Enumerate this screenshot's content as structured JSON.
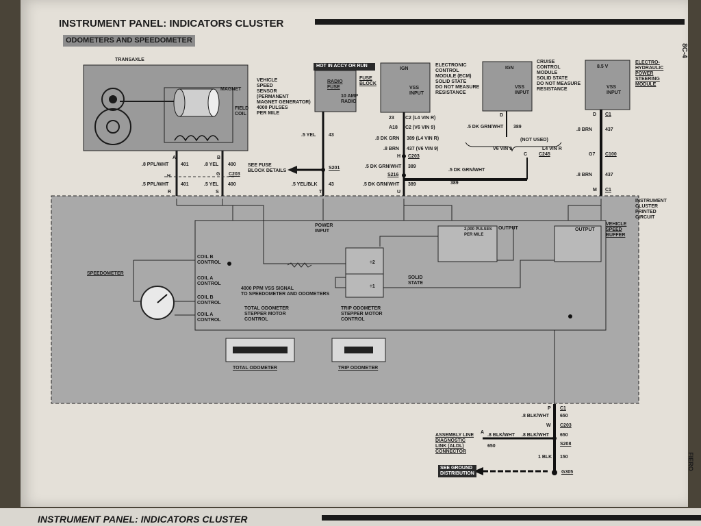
{
  "header": {
    "title": "INSTRUMENT PANEL: INDICATORS CLUSTER",
    "subtitle": "ODOMETERS AND SPEEDOMETER",
    "side_label": "8C-4"
  },
  "footer": {
    "title": "INSTRUMENT PANEL: INDICATORS CLUSTER"
  },
  "side_tab": "FIERO",
  "transaxle": {
    "label": "TRANSAXLE",
    "magnet": "MAGNET",
    "field_coil": "FIELD\nCOIL"
  },
  "vss": {
    "text": "VEHICLE\nSPEED\nSENSOR\n(PERMANENT\nMAGNET GENERATOR)\n4000 PULSES\nPER MILE"
  },
  "fuse": {
    "hot": "HOT IN ACCY OR RUN",
    "name": "RADIO\nFUSE",
    "rating": "10 AMP\nRADIO",
    "block": "FUSE\nBLOCK"
  },
  "ecm": {
    "ign": "IGN",
    "vss_input": "VSS\nINPUT",
    "text": "ELECTRONIC\nCONTROL\nMODULE (ECM)\nSOLID STATE\nDO NOT MEASURE\nRESISTANCE"
  },
  "cruise": {
    "ign": "IGN",
    "vss_input": "VSS\nINPUT",
    "text": "CRUISE\nCONTROL\nMODULE\nSOLID STATE\nDO NOT MEASURE\nRESISTANCE"
  },
  "power_steering": {
    "volts": "8.5 V",
    "vss_input": "VSS\nINPUT",
    "text": "ELECTRO-\nHYDRAULIC\nPOWER\nSTEERING\nMODULE"
  },
  "wires": {
    "ppl_wht_top": ".8 PPL/WHT",
    "c401_top": "401",
    "a": "A",
    "b": "B",
    "yel_top": ".8 YEL",
    "c400_top": "400",
    "h": "H",
    "g": "G",
    "c203": "C203",
    "ppl_wht_bot": ".5 PPL/WHT",
    "c401_bot": "401",
    "yel_bot": ".5 YEL",
    "c400_bot": "400",
    "r": "R",
    "s": "S",
    "see_fuse": "SEE FUSE\nBLOCK DETAILS",
    "yel_43": ".5 YEL",
    "c43_top": "43",
    "s201": "S201",
    "yel_blk": ".5 YEL/BLK",
    "c43_bot": "43",
    "t": "T",
    "n23": "23",
    "c2_l4": "C2 (L4 VIN R)",
    "a18": "A18",
    "c2_v6": "C2 (V6 VIN 9)",
    "dk_grn": ".8 DK GRN",
    "c389_l4": "389 (L4 VIN R)",
    "brn_437": ".8 BRN",
    "c437_v6": "437 (V6 VIN 9)",
    "h2": "H",
    "c203b": "C203",
    "dkgrnwht_1": ".5 DK GRN/WHT",
    "c389_1": "389",
    "s216": "S216",
    "dkgrnwht_2": ".5 DK GRN/WHT",
    "c389_2": "389",
    "u": "U",
    "dkgrnwht_3": ".5 DK GRN/WHT",
    "c389_3": "389",
    "d": "D",
    "dkgrnwht_4": ".5 DK GRN/WHT",
    "c389_4": "389",
    "not_used": "(NOT USED)",
    "v6vin": "V6 VIN 9",
    "l4vin": "L4 VIN R",
    "c": "C",
    "c245": "C245",
    "d2": "D",
    "c1": "C1",
    "brn_437_2": ".8 BRN",
    "c437_2": "437",
    "g7": "G7",
    "c100": "C100",
    "brn_437_3": ".8 BRN",
    "c437_3": "437",
    "m": "M",
    "c1b": "C1"
  },
  "cluster": {
    "label": "INSTRUMENT\nCLUSTER\nPRINTED\nCIRCUIT",
    "power_input": "POWER\nINPUT",
    "pulses": "2,000 PULSES\nPER MILE",
    "output1": "OUTPUT",
    "output2": "OUTPUT",
    "vsb": "VEHICLE\nSPEED\nBUFFER",
    "speedometer": "SPEEDOMETER",
    "coil_b1": "COIL B\nCONTROL",
    "coil_a1": "COIL A\nCONTROL",
    "coil_b2": "COIL B\nCONTROL",
    "coil_a2": "COIL A\nCONTROL",
    "signal": "4000 PPM VSS SIGNAL\nTO SPEEDOMETER AND ODOMETERS",
    "div2": "÷2",
    "div1": "÷1",
    "solid_state": "SOLID\nSTATE",
    "total_motor": "TOTAL ODOMETER\nSTEPPER MOTOR\nCONTROL",
    "trip_motor": "TRIP ODOMETER\nSTEPPER MOTOR\nCONTROL",
    "total_odo": "TOTAL ODOMETER",
    "trip_odo": "TRIP ODOMETER"
  },
  "ground": {
    "p": "P",
    "c1": "C1",
    "blkwht_1": ".8 BLK/WHT",
    "c650_1": "650",
    "w": "W",
    "c203": "C203",
    "aldl": "ASSEMBLY LINE\nDIAGNOSTIC\nLINK (ALDL)\nCONNECTOR",
    "a": "A",
    "blkwht_2": ".8 BLK/WHT",
    "c650_2": "650",
    "blkwht_3": ".8 BLK/WHT",
    "c650_3": "650",
    "s203": "S208",
    "blk": "1 BLK",
    "c150": "150",
    "see_ground": "SEE GROUND\nDISTRIBUTION",
    "g": "G305"
  }
}
